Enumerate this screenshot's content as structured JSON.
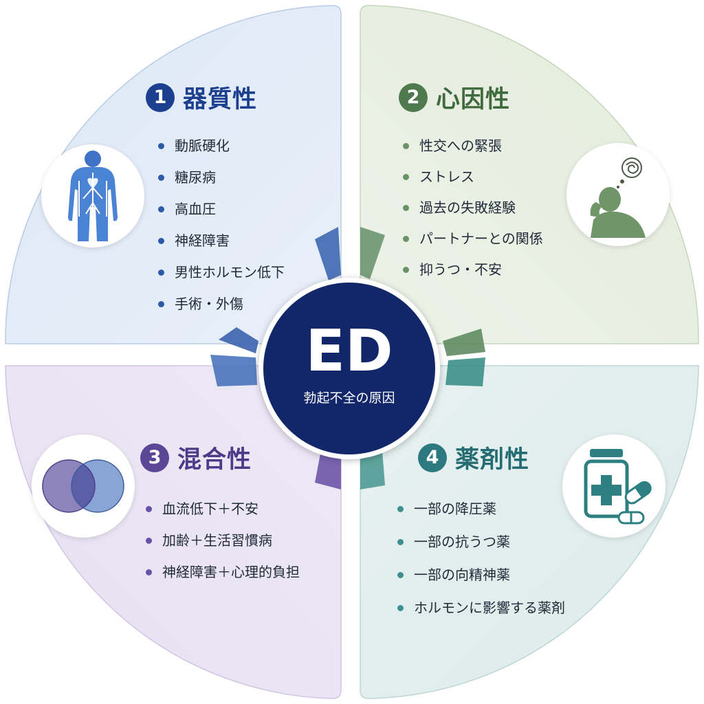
{
  "center": {
    "title": "ED",
    "subtitle": "勃起不全の原因"
  },
  "quadrants": [
    {
      "number": "1",
      "title": "器質性",
      "icon": "human-body-icon",
      "color": "#1c3f8f",
      "items": [
        "動脈硬化",
        "糖尿病",
        "高血圧",
        "神経障害",
        "男性ホルモン低下",
        "手術・外傷"
      ]
    },
    {
      "number": "2",
      "title": "心因性",
      "icon": "stressed-person-icon",
      "color": "#4f7a4e",
      "items": [
        "性交への緊張",
        "ストレス",
        "過去の失敗経験",
        "パートナーとの関係",
        "抑うつ・不安"
      ]
    },
    {
      "number": "3",
      "title": "混合性",
      "icon": "overlapping-circles-icon",
      "color": "#5c4696",
      "items": [
        "血流低下＋不安",
        "加齢＋生活習慣病",
        "神経障害＋心理的負担"
      ]
    },
    {
      "number": "4",
      "title": "薬剤性",
      "icon": "medicine-bottle-icon",
      "color": "#2c7a80",
      "items": [
        "一部の降圧薬",
        "一部の抗うつ薬",
        "一部の向精神薬",
        "ホルモンに影響する薬剤"
      ]
    }
  ]
}
